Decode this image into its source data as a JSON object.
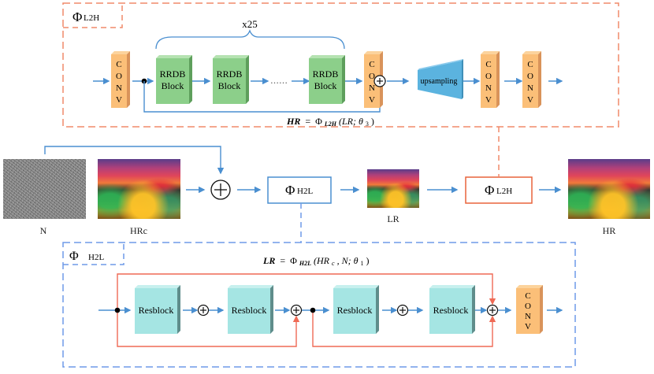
{
  "diagram": {
    "l2h_module": {
      "tag_symbol": "Φ",
      "tag_sub": "L2H",
      "repeat_label": "x25",
      "blocks": [
        {
          "type": "conv",
          "label": "C\nO\nN\nV"
        },
        {
          "type": "rrdb",
          "line1": "RRDB",
          "line2": "Block"
        },
        {
          "type": "rrdb",
          "line1": "RRDB",
          "line2": "Block"
        },
        {
          "type": "ellipsis",
          "label": "……"
        },
        {
          "type": "rrdb",
          "line1": "RRDB",
          "line2": "Block"
        },
        {
          "type": "conv",
          "label": "C\nO\nN\nV"
        },
        {
          "type": "sum",
          "label": "+"
        },
        {
          "type": "upsampling",
          "label": "upsampling"
        },
        {
          "type": "conv",
          "label": "C\nO\nN\nV"
        },
        {
          "type": "conv",
          "label": "C\nO\nN\nV"
        }
      ],
      "equation": {
        "lhs": "HR",
        "eq": "=",
        "phi": "Φ",
        "phi_sub": "L2H",
        "args": "(LR; θ",
        "theta_sub": "3",
        "close": ")"
      }
    },
    "main_flow": {
      "noise_label": "N",
      "hrc_label": "HRc",
      "sum_symbol": "+",
      "h2l_box": {
        "symbol": "Φ",
        "sub": "H2L"
      },
      "lr_label": "LR",
      "l2h_box": {
        "symbol": "Φ",
        "sub": "L2H"
      },
      "hr_label": "HR"
    },
    "h2l_module": {
      "tag_symbol": "Φ",
      "tag_sub": "H2L",
      "equation": {
        "lhs": "LR",
        "eq": "=",
        "phi": "Φ",
        "phi_sub": "H2L",
        "args_a": "(HR",
        "hr_sub": "c",
        "args_b": ", N; θ",
        "theta_sub": "1",
        "close": ")"
      },
      "resblocks": [
        "Resblock",
        "Resblock",
        "Resblock",
        "Resblock"
      ],
      "conv_letters": [
        "C",
        "O",
        "N",
        "V"
      ]
    },
    "colors": {
      "orange_dash": "#f08a6a",
      "orange_box": "#e8643c",
      "blue_dash": "#6f9ae8",
      "blue_line": "#4a8fd0",
      "conv_fill": "#fbbf78",
      "conv_side": "#d9935a",
      "rrdb_fill": "#8ccf8a",
      "rrdb_side": "#5e9f5c",
      "res_fill": "#a5e5e3",
      "res_side": "#5f8d8b",
      "up_fill": "#5bb3df",
      "skip_red": "#ef6a55"
    }
  }
}
